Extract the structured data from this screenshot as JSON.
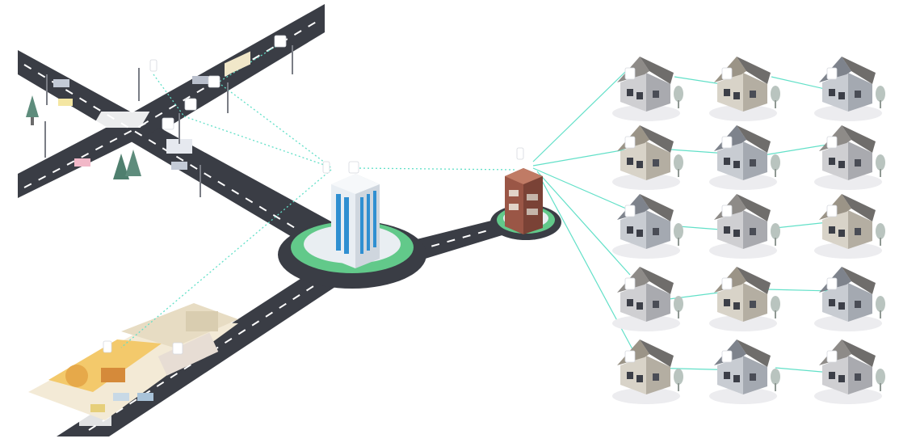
{
  "scene": {
    "colors": {
      "road": "#3a3d45",
      "ring": "#62c98a",
      "link": "#62e0c8",
      "tower_glass": "#2f8fd1",
      "brick": "#8a4a3c",
      "park": "#f3c96b"
    },
    "icons": [
      "access-point-icon",
      "tree-icon",
      "street-lamp-icon",
      "car-icon",
      "truck-icon",
      "bus-icon",
      "house-icon",
      "office-tower-icon",
      "brick-building-icon"
    ],
    "houses": [
      {
        "row": 0,
        "col": 0
      },
      {
        "row": 0,
        "col": 1
      },
      {
        "row": 0,
        "col": 2
      },
      {
        "row": 1,
        "col": 0
      },
      {
        "row": 1,
        "col": 1
      },
      {
        "row": 1,
        "col": 2
      },
      {
        "row": 2,
        "col": 0
      },
      {
        "row": 2,
        "col": 1
      },
      {
        "row": 2,
        "col": 2
      },
      {
        "row": 3,
        "col": 0
      },
      {
        "row": 3,
        "col": 1
      },
      {
        "row": 3,
        "col": 2
      },
      {
        "row": 4,
        "col": 0
      },
      {
        "row": 4,
        "col": 1
      },
      {
        "row": 4,
        "col": 2
      }
    ]
  }
}
